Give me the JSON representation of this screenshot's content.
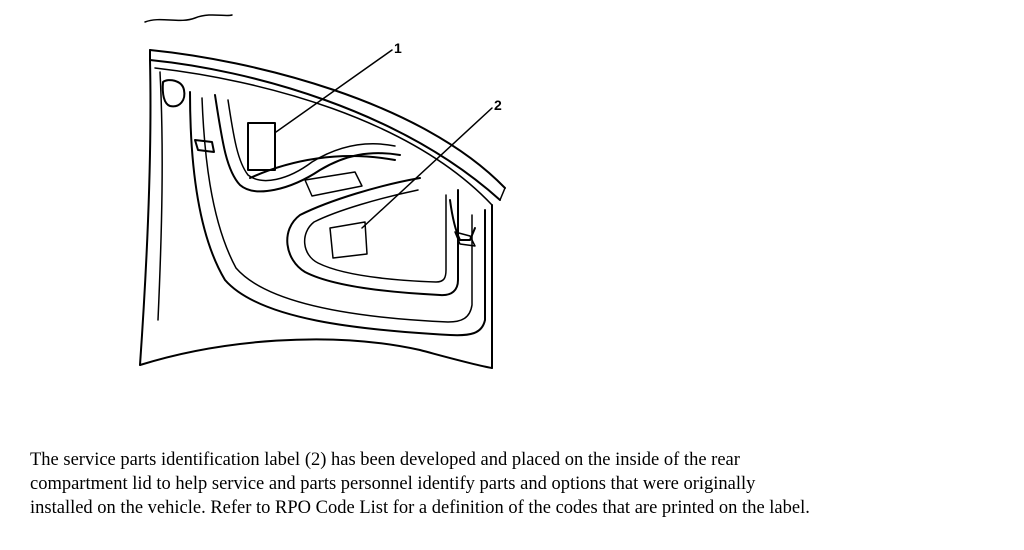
{
  "diagram": {
    "callouts": [
      {
        "label": "1"
      },
      {
        "label": "2"
      }
    ]
  },
  "caption": {
    "lines": [
      "The service parts identification label (2) has been developed and placed on the inside of the rear",
      "compartment lid to help service and parts personnel identify parts and options that were originally",
      "installed on the vehicle. Refer to RPO Code List for a definition of the codes that are printed on the label."
    ]
  }
}
